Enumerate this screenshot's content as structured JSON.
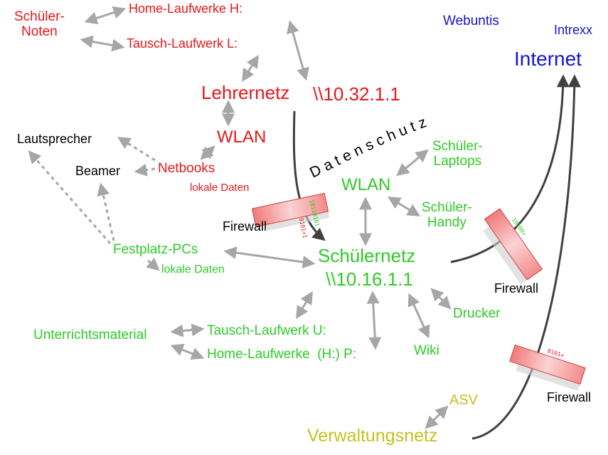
{
  "nodes": {
    "schueler_noten": "Schüler-\nNoten",
    "home_laufwerke_h": "Home-Laufwerke H:",
    "tausch_laufwerk_l": "Tausch-Laufwerk L:",
    "lehrernetz": "Lehrernetz",
    "lehrernetz_ip": "\\\\10.32.1.1",
    "wlan_lehrer": "WLAN",
    "lautsprecher": "Lautsprecher",
    "beamer": "Beamer",
    "netbooks": "Netbooks",
    "lokale_daten_1": "lokale Daten",
    "firewall_1": "Firewall",
    "datenschutz": "Datenschutz",
    "webuntis": "Webuntis",
    "intrexx": "Intrexx",
    "internet": "Internet",
    "schueler_laptops": "Schüler-\nLaptops",
    "wlan_schueler": "WLAN",
    "schueler_handy": "Schüler-\nHandy",
    "festplatz_pcs": "Festplatz-PCs",
    "lokale_daten_2": "lokale Daten",
    "schuelernetz": "Schülernetz",
    "schuelernetz_ip": "\\\\10.16.1.1",
    "firewall_2": "Firewall",
    "drucker": "Drucker",
    "unterrichtsmaterial": "Unterrichtsmaterial",
    "tausch_laufwerk_u": "Tausch-Laufwerk U:",
    "home_laufwerke_p": "Home-Laufwerke  (H:) P:",
    "wiki": "Wiki",
    "asv": "ASV",
    "firewall_3": "Firewall",
    "verwaltungsnetz": "Verwaltungsnetz"
  },
  "colors": {
    "teacher": "#e8161b",
    "student": "#2ecb27",
    "internet": "#1414d0",
    "admin": "#c4c21c",
    "connector": "#a6a6a6",
    "link": "#404040"
  }
}
